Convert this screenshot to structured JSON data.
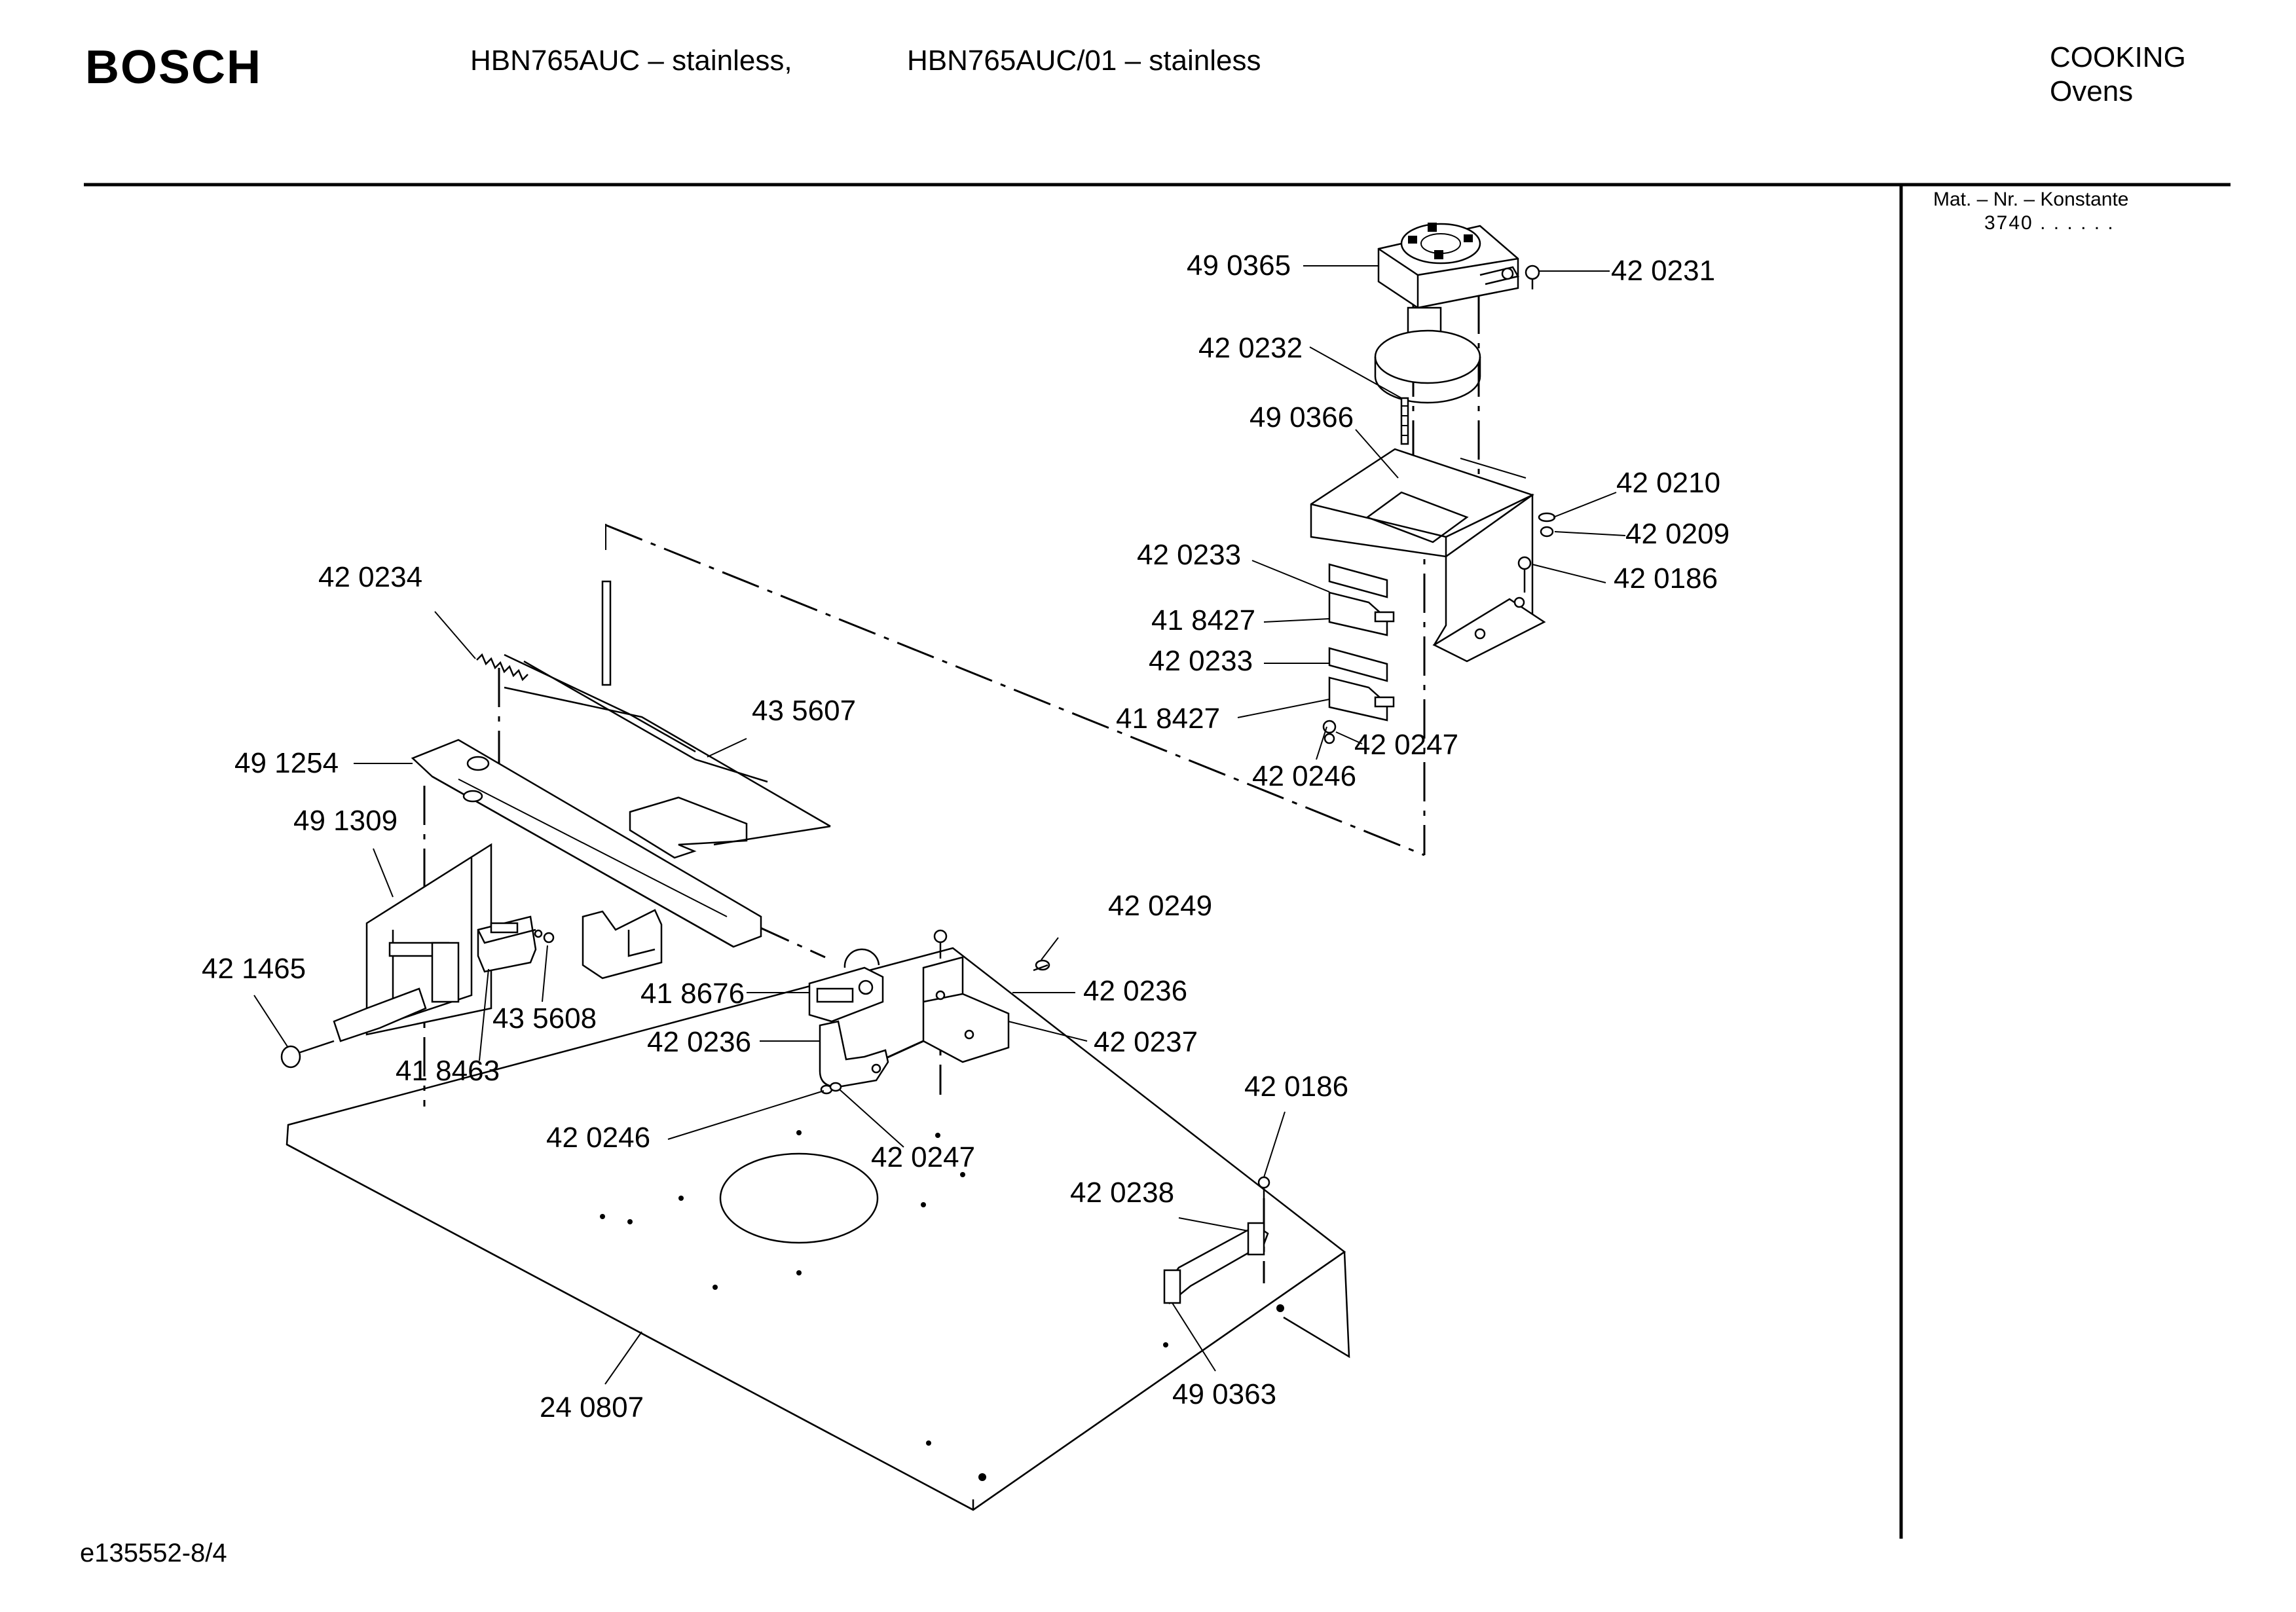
{
  "header": {
    "brand": "BOSCH",
    "model_1": "HBN765AUC – stainless,",
    "model_2": "HBN765AUC/01 – stainless",
    "category": "COOKING",
    "subcategory": "Ovens"
  },
  "sidebar": {
    "heading": "Mat. – Nr. – Konstante",
    "value": "3740 . .  . . . ."
  },
  "footer": {
    "doc_id": "e135552-8/4"
  },
  "callouts": [
    {
      "id": "c01",
      "label": "49 0365"
    },
    {
      "id": "c02",
      "label": "42 0231"
    },
    {
      "id": "c03",
      "label": "42 0232"
    },
    {
      "id": "c04",
      "label": "49 0366"
    },
    {
      "id": "c05",
      "label": "42 0210"
    },
    {
      "id": "c06",
      "label": "42 0209"
    },
    {
      "id": "c07",
      "label": "42 0186"
    },
    {
      "id": "c08",
      "label": "42 0233"
    },
    {
      "id": "c09",
      "label": "41 8427"
    },
    {
      "id": "c10",
      "label": "42 0233"
    },
    {
      "id": "c11",
      "label": "41 8427"
    },
    {
      "id": "c12",
      "label": "42 0247"
    },
    {
      "id": "c13",
      "label": "42 0246"
    },
    {
      "id": "c14",
      "label": "42 0234"
    },
    {
      "id": "c15",
      "label": "43 5607"
    },
    {
      "id": "c16",
      "label": "49 1254"
    },
    {
      "id": "c17",
      "label": "49 1309"
    },
    {
      "id": "c18",
      "label": "42 1465"
    },
    {
      "id": "c19",
      "label": "43 5608"
    },
    {
      "id": "c20",
      "label": "41 8463"
    },
    {
      "id": "c21",
      "label": "41 8676"
    },
    {
      "id": "c22",
      "label": "42 0236"
    },
    {
      "id": "c23",
      "label": "42 0249"
    },
    {
      "id": "c24",
      "label": "42 0236"
    },
    {
      "id": "c25",
      "label": "42 0237"
    },
    {
      "id": "c26",
      "label": "42 0246"
    },
    {
      "id": "c27",
      "label": "42 0247"
    },
    {
      "id": "c28",
      "label": "42 0186"
    },
    {
      "id": "c29",
      "label": "42 0238"
    },
    {
      "id": "c30",
      "label": "24 0807"
    },
    {
      "id": "c31",
      "label": "49 0363"
    }
  ]
}
